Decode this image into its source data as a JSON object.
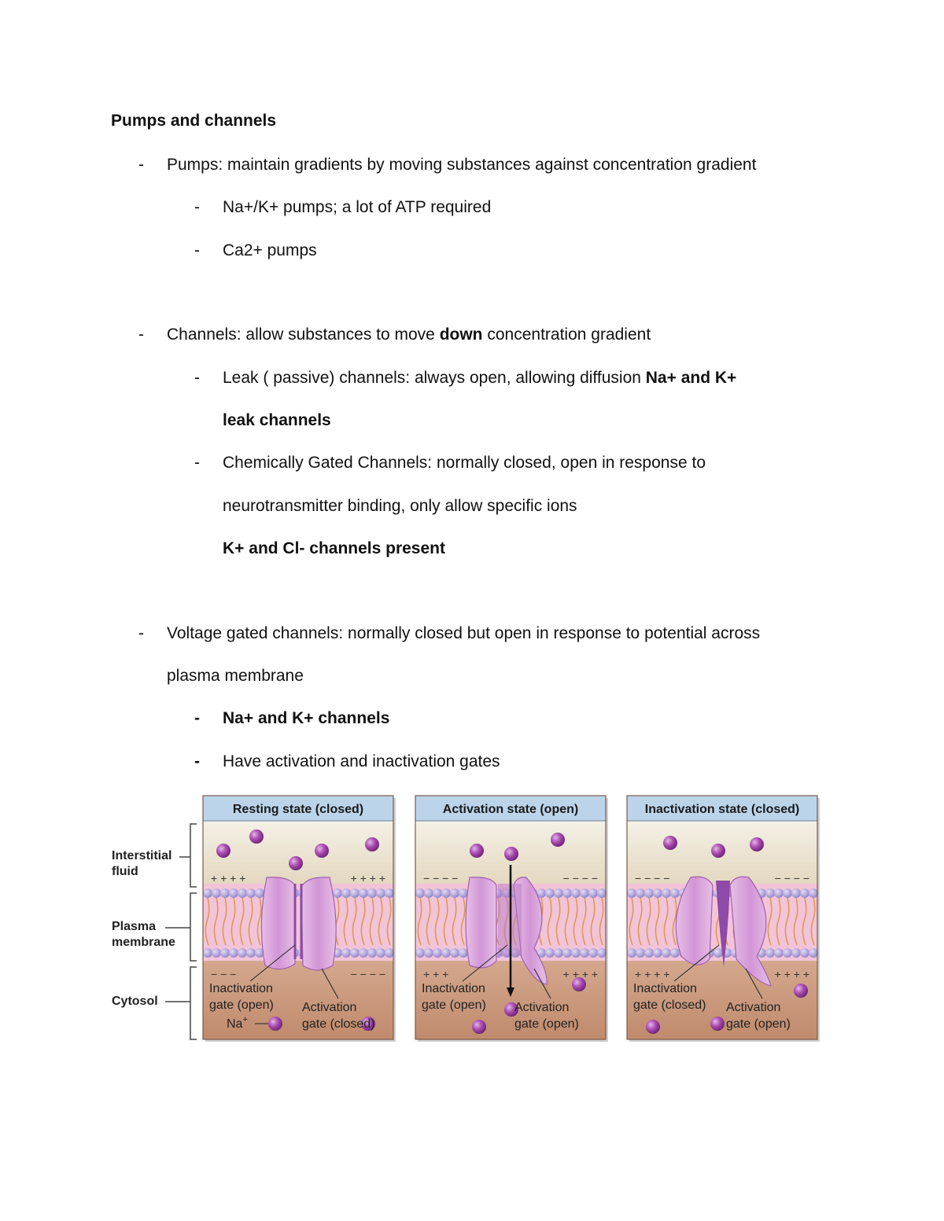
{
  "title": "Pumps and channels",
  "lines": {
    "pumps": "Pumps: maintain gradients by moving substances against concentration gradient",
    "na_k_pumps": "Na+/K+ pumps; a lot of ATP required",
    "ca_pumps": "Ca2+ pumps",
    "channels_pre": "Channels: allow substances to move ",
    "channels_bold": "down",
    "channels_post": " concentration gradient",
    "leak_pre": "Leak ( passive) channels: always open, allowing diffusion ",
    "leak_bold": "Na+ and K+",
    "leak_bold2": "leak channels",
    "chem_1": "Chemically Gated Channels: normally closed, open in response to",
    "chem_2": "neurotransmitter binding, only allow specific ions",
    "chem_bold": "K+ and Cl- channels present",
    "volt_1": "Voltage gated channels: normally closed but open in response to potential across",
    "volt_2": "plasma membrane",
    "volt_sub1": "Na+ and K+ channels",
    "volt_sub2": "Have activation and inactivation gates"
  },
  "dash": "-",
  "figure": {
    "side_labels": {
      "interstitial_1": "Interstitial",
      "interstitial_2": "fluid",
      "membrane_1": "Plasma",
      "membrane_2": "membrane",
      "cytosol": "Cytosol"
    },
    "panels": [
      {
        "title": "Resting state (closed)",
        "left_label_1": "Inactivation",
        "left_label_2": "gate (open)",
        "right_label_1": "Activation",
        "right_label_2": "gate (closed)",
        "ion_label": "Na",
        "ion_sup": "+",
        "top_charge_left": "+ + + +",
        "top_charge_right": "+ + + +",
        "bottom_charge_left": "− − −",
        "bottom_charge_right": "− − − −"
      },
      {
        "title": "Activation state (open)",
        "left_label_1": "Inactivation",
        "left_label_2": "gate (open)",
        "right_label_1": "Activation",
        "right_label_2": "gate (open)",
        "top_charge_left": "− − − −",
        "top_charge_right": "− − − −",
        "bottom_charge_left": "+ + +",
        "bottom_charge_right": "+ + + +"
      },
      {
        "title": "Inactivation state (closed)",
        "left_label_1": "Inactivation",
        "left_label_2": "gate (closed)",
        "right_label_1": "Activation",
        "right_label_2": "gate (open)",
        "top_charge_left": "− − − −",
        "top_charge_right": "− − − −",
        "bottom_charge_left": "+ + + +",
        "bottom_charge_right": "+ + + +"
      }
    ],
    "colors": {
      "header": "#bcd4ea",
      "fluid_top": "#f2eee2",
      "fluid_bottom": "#e6dcc6",
      "cytosol": "#c9977b",
      "membrane": "#f4c9dd",
      "phospholipid": "#a99ad6",
      "channel": "#d9a6d9",
      "channel_dark": "#8e4aa8",
      "ion": "#9b3fa0"
    }
  }
}
